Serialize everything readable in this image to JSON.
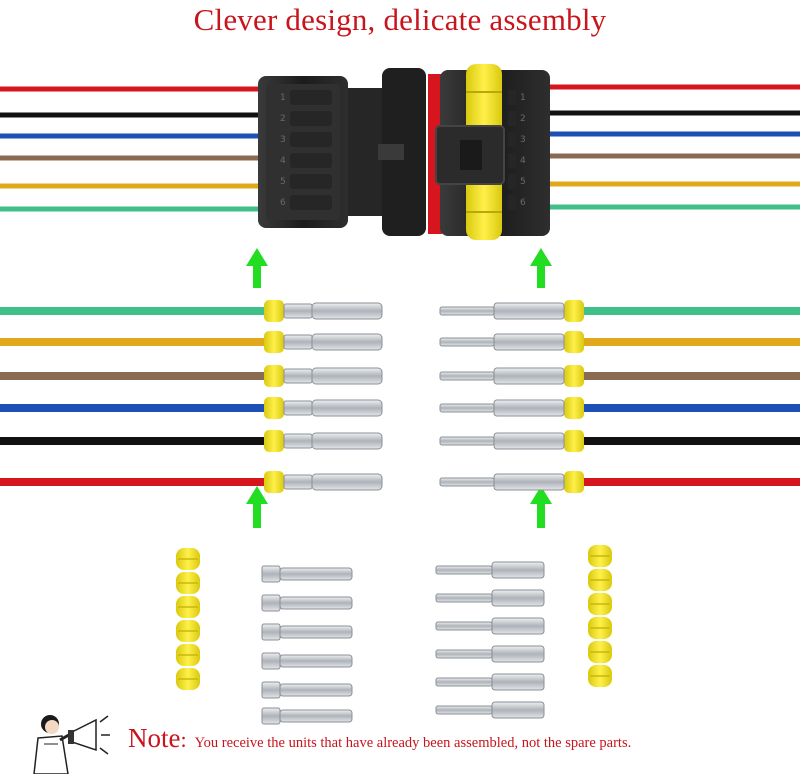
{
  "header": {
    "title": "Clever design, delicate assembly"
  },
  "note": {
    "label": "Note",
    "separator": ":",
    "text": "You receive the units that have already been assembled, not the spare parts."
  },
  "connector": {
    "pin_count": 6,
    "pin_numbers": [
      "1",
      "2",
      "3",
      "4",
      "5",
      "6"
    ]
  },
  "wires": {
    "top": [
      "#d6151e",
      "#111111",
      "#1e4fb4",
      "#8b6a52",
      "#e2a81c",
      "#3fbf8a"
    ],
    "middle": [
      "#3fbf8a",
      "#e2a81c",
      "#8b6a52",
      "#1e4fb4",
      "#111111",
      "#d6151e"
    ]
  },
  "colors": {
    "title": "#c8141c",
    "arrow": "#22dd22",
    "seal": "#f2e21c",
    "housing": "#2a2a2a",
    "accent_red": "#d6151e",
    "metal": "#c9cdd2"
  },
  "icons": {
    "megaphone_person": "person-megaphone-icon",
    "arrow": "arrow-up-icon"
  }
}
